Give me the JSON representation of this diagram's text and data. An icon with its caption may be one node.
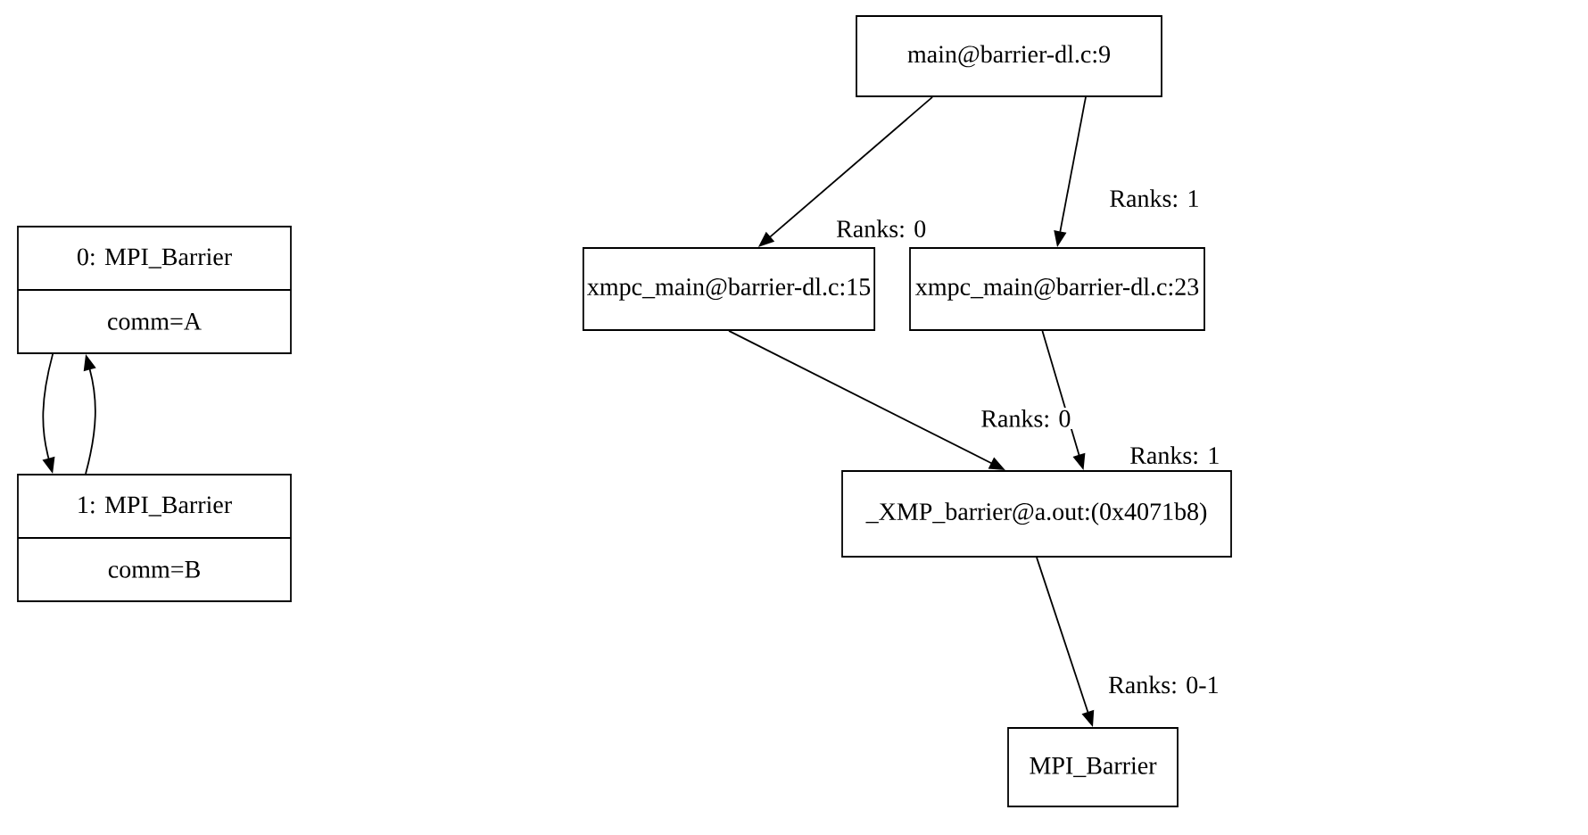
{
  "diagram": {
    "nodes": [
      {
        "text": [
          "0: MPI_Barrier",
          "comm=A"
        ]
      },
      {
        "text": [
          "1: MPI_Barrier",
          "comm=B"
        ]
      },
      {
        "text": [
          "main@barrier-dl.c:9"
        ]
      },
      {
        "text": [
          "xmpc_main@barrier-dl.c:15"
        ]
      },
      {
        "text": [
          "xmpc_main@barrier-dl.c:23"
        ]
      },
      {
        "text": [
          "_XMP_barrier@a.out:(0x4071b8)"
        ]
      },
      {
        "text": [
          "MPI_Barrier"
        ]
      }
    ],
    "edges": [
      {
        "from": 0,
        "to": 1,
        "arrow": "to"
      },
      {
        "from": 1,
        "to": 0,
        "arrow": "to"
      },
      {
        "from": 2,
        "to": 3,
        "arrow": "to",
        "label": "Ranks: 0"
      },
      {
        "from": 2,
        "to": 4,
        "arrow": "to",
        "label": "Ranks: 1"
      },
      {
        "from": 3,
        "to": 5,
        "arrow": "to",
        "label": "Ranks: 0"
      },
      {
        "from": 4,
        "to": 5,
        "arrow": "to",
        "label": "Ranks: 1"
      },
      {
        "from": 5,
        "to": 6,
        "arrow": "to",
        "label": "Ranks: 0-1"
      }
    ]
  }
}
